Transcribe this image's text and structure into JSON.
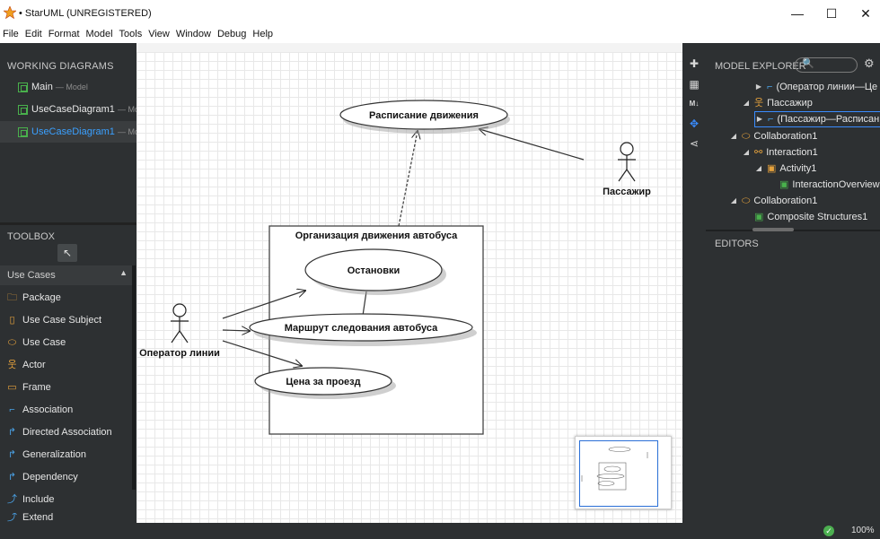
{
  "window": {
    "title": "• StarUML (UNREGISTERED)",
    "controls": {
      "minimize": "—",
      "maximize": "☐",
      "close": "✕"
    }
  },
  "menu": [
    "File",
    "Edit",
    "Format",
    "Model",
    "Tools",
    "View",
    "Window",
    "Debug",
    "Help"
  ],
  "working_diagrams": {
    "header": "WORKING DIAGRAMS",
    "items": [
      {
        "label": "Main",
        "sub": "— Model"
      },
      {
        "label": "UseCaseDiagram1",
        "sub": "— Model"
      },
      {
        "label": "UseCaseDiagram1",
        "sub": "— Model"
      }
    ]
  },
  "toolbox": {
    "header": "TOOLBOX",
    "cursor_glyph": "↖",
    "section": "Use Cases",
    "section_arrow": "▲",
    "tools": [
      {
        "label": "Package",
        "icon": "folder-icon",
        "glyph": "🗀"
      },
      {
        "label": "Use Case Subject",
        "icon": "subject-icon",
        "glyph": "▯"
      },
      {
        "label": "Use Case",
        "icon": "ellipse-icon",
        "glyph": "⬭"
      },
      {
        "label": "Actor",
        "icon": "actor-icon",
        "glyph": "웃"
      },
      {
        "label": "Frame",
        "icon": "frame-icon",
        "glyph": "▭"
      },
      {
        "label": "Association",
        "icon": "association-icon",
        "glyph": "⌐"
      },
      {
        "label": "Directed Association",
        "icon": "directed-association-icon",
        "glyph": "↱"
      },
      {
        "label": "Generalization",
        "icon": "generalization-icon",
        "glyph": "↱"
      },
      {
        "label": "Dependency",
        "icon": "dependency-icon",
        "glyph": "↱"
      },
      {
        "label": "Include",
        "icon": "include-icon",
        "glyph": "⤴"
      },
      {
        "label": "Extend",
        "icon": "extend-icon",
        "glyph": "⤴"
      }
    ]
  },
  "diagram": {
    "subject": "Организация движения автобуса",
    "use_cases": {
      "schedule": "Расписание  движения",
      "stops": "Остановки",
      "route": "Маршрут следования автобуса",
      "fare": "Цена за проезд"
    },
    "actors": {
      "passenger": "Пассажир",
      "operator": "Оператор линии"
    }
  },
  "strip_icons": [
    "puzzle-icon",
    "layout-icon",
    "markdown-icon",
    "navigate-icon",
    "share-icon"
  ],
  "model_explorer": {
    "header": "MODEL EXPLORER",
    "search_glyph": "🔍",
    "gear_glyph": "⚙",
    "rows": [
      {
        "label": "(Оператор линии—Це",
        "twisty": "▶",
        "indent": 3,
        "icon": "association-icon",
        "glyph": "⌐",
        "color": "#4aa3e8"
      },
      {
        "label": "Пассажир",
        "twisty": "◢",
        "indent": 2,
        "icon": "actor-icon",
        "glyph": "웃",
        "color": "#e6a23c"
      },
      {
        "label": "(Пассажир—Расписан",
        "twisty": "▶",
        "indent": 3,
        "icon": "association-icon",
        "glyph": "⌐",
        "color": "#4aa3e8",
        "selected": true
      },
      {
        "label": "Collaboration1",
        "twisty": "◢",
        "indent": 1,
        "icon": "collaboration-icon",
        "glyph": "⬭",
        "color": "#e6a23c"
      },
      {
        "label": "Interaction1",
        "twisty": "◢",
        "indent": 2,
        "icon": "interaction-icon",
        "glyph": "⚯",
        "color": "#e6a23c"
      },
      {
        "label": "Activity1",
        "twisty": "◢",
        "indent": 3,
        "icon": "activity-icon",
        "glyph": "▣",
        "color": "#e6a23c"
      },
      {
        "label": "InteractionOverviewI",
        "twisty": "",
        "indent": 4,
        "icon": "diagram-icon",
        "glyph": "▣",
        "color": "#49b14c"
      },
      {
        "label": "Collaboration1",
        "twisty": "◢",
        "indent": 1,
        "icon": "collaboration-icon",
        "glyph": "⬭",
        "color": "#e6a23c"
      },
      {
        "label": "Composite Structures1",
        "twisty": "",
        "indent": 2,
        "icon": "diagram-icon",
        "glyph": "▣",
        "color": "#49b14c"
      }
    ]
  },
  "editors": {
    "header": "EDITORS"
  },
  "status": {
    "zoom": "100%",
    "ok_glyph": "✓"
  }
}
